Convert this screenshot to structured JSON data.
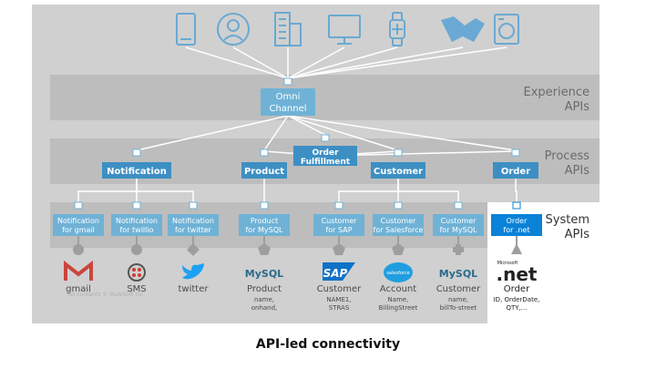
{
  "layers": {
    "experience": [
      "Experience",
      "APIs"
    ],
    "process": [
      "Process",
      "APIs"
    ],
    "system": [
      "System",
      "APIs"
    ]
  },
  "experience_node": [
    "Omni",
    "Channel"
  ],
  "order_fulfillment_node": [
    "Order",
    "Fulfillment"
  ],
  "process_nodes": [
    {
      "id": "notification",
      "label": "Notification"
    },
    {
      "id": "product",
      "label": "Product"
    },
    {
      "id": "customer",
      "label": "Customer"
    },
    {
      "id": "order",
      "label": "Order"
    }
  ],
  "system_nodes": [
    {
      "id": "notif-gmail",
      "lines": [
        "Notification",
        "for gmail"
      ]
    },
    {
      "id": "notif-twilio",
      "lines": [
        "Notification",
        "for twillio"
      ]
    },
    {
      "id": "notif-twitter",
      "lines": [
        "Notification",
        "for twitter"
      ]
    },
    {
      "id": "product-mysql",
      "lines": [
        "Product",
        "for MySQL"
      ]
    },
    {
      "id": "customer-sap",
      "lines": [
        "Customer",
        "for SAP"
      ]
    },
    {
      "id": "customer-salesforce",
      "lines": [
        "Customer",
        "for Salesforce"
      ]
    },
    {
      "id": "customer-mysql",
      "lines": [
        "Customer",
        "for MySQL"
      ]
    },
    {
      "id": "order-net",
      "lines": [
        "Order",
        "for .net"
      ],
      "highlight": true
    }
  ],
  "backends": [
    {
      "id": "gmail",
      "logo": "gmail-logo",
      "name": "gmail",
      "details": []
    },
    {
      "id": "sms",
      "logo": "twilio-logo",
      "name": "SMS",
      "details": []
    },
    {
      "id": "twitter",
      "logo": "twitter-bird-logo",
      "name": "twitter",
      "details": []
    },
    {
      "id": "mysql-product",
      "logo": "mysql-logo",
      "logo_text": "MySQL",
      "name": "Product",
      "details": [
        "name,",
        "onhand,"
      ]
    },
    {
      "id": "sap",
      "logo": "sap-logo",
      "logo_text": "SAP",
      "name": "Customer",
      "details": [
        "NAME1,",
        "STRAS"
      ]
    },
    {
      "id": "salesforce",
      "logo": "salesforce-logo",
      "logo_text": "salesforce",
      "name": "Account",
      "details": [
        "Name,",
        "BillingStreet"
      ]
    },
    {
      "id": "mysql-customer",
      "logo": "mysql-logo",
      "logo_text": "MySQL",
      "name": "Customer",
      "details": [
        "name,",
        "billTo-street"
      ]
    },
    {
      "id": "dotnet",
      "logo": "microsoft-net-logo",
      "logo_small": "Microsoft",
      "logo_text": ".net",
      "name": "Order",
      "details": [
        "ID, OrderDate,",
        "QTY,..."
      ]
    }
  ],
  "channels": [
    "mobile-phone-icon",
    "user-icon",
    "building-icon",
    "monitor-icon",
    "smartwatch-icon",
    "handshake-icon",
    "washing-machine-icon"
  ],
  "watermark": "All contents © MuleSoft Inc.",
  "caption": "API-led connectivity",
  "colors": {
    "background": "#d0d0d0",
    "band": "#bdbdbd",
    "node": "#6fb2d6",
    "node_dark": "#3d8fc3",
    "highlight": "#0a82d8",
    "line": "#ffffff",
    "icon": "#6aa9d3",
    "layer_text": "#6b6b6b",
    "backend_name": "#4a4a4a",
    "gmail": "#c9463d",
    "twilio": "#d3382f",
    "twitter": "#1da1f2",
    "mysql": "#2b6a8c",
    "sap": "#0f72c7",
    "salesforce": "#209ee0",
    "connector": "#9e9e9e",
    "net_bg": "#ffffff"
  }
}
